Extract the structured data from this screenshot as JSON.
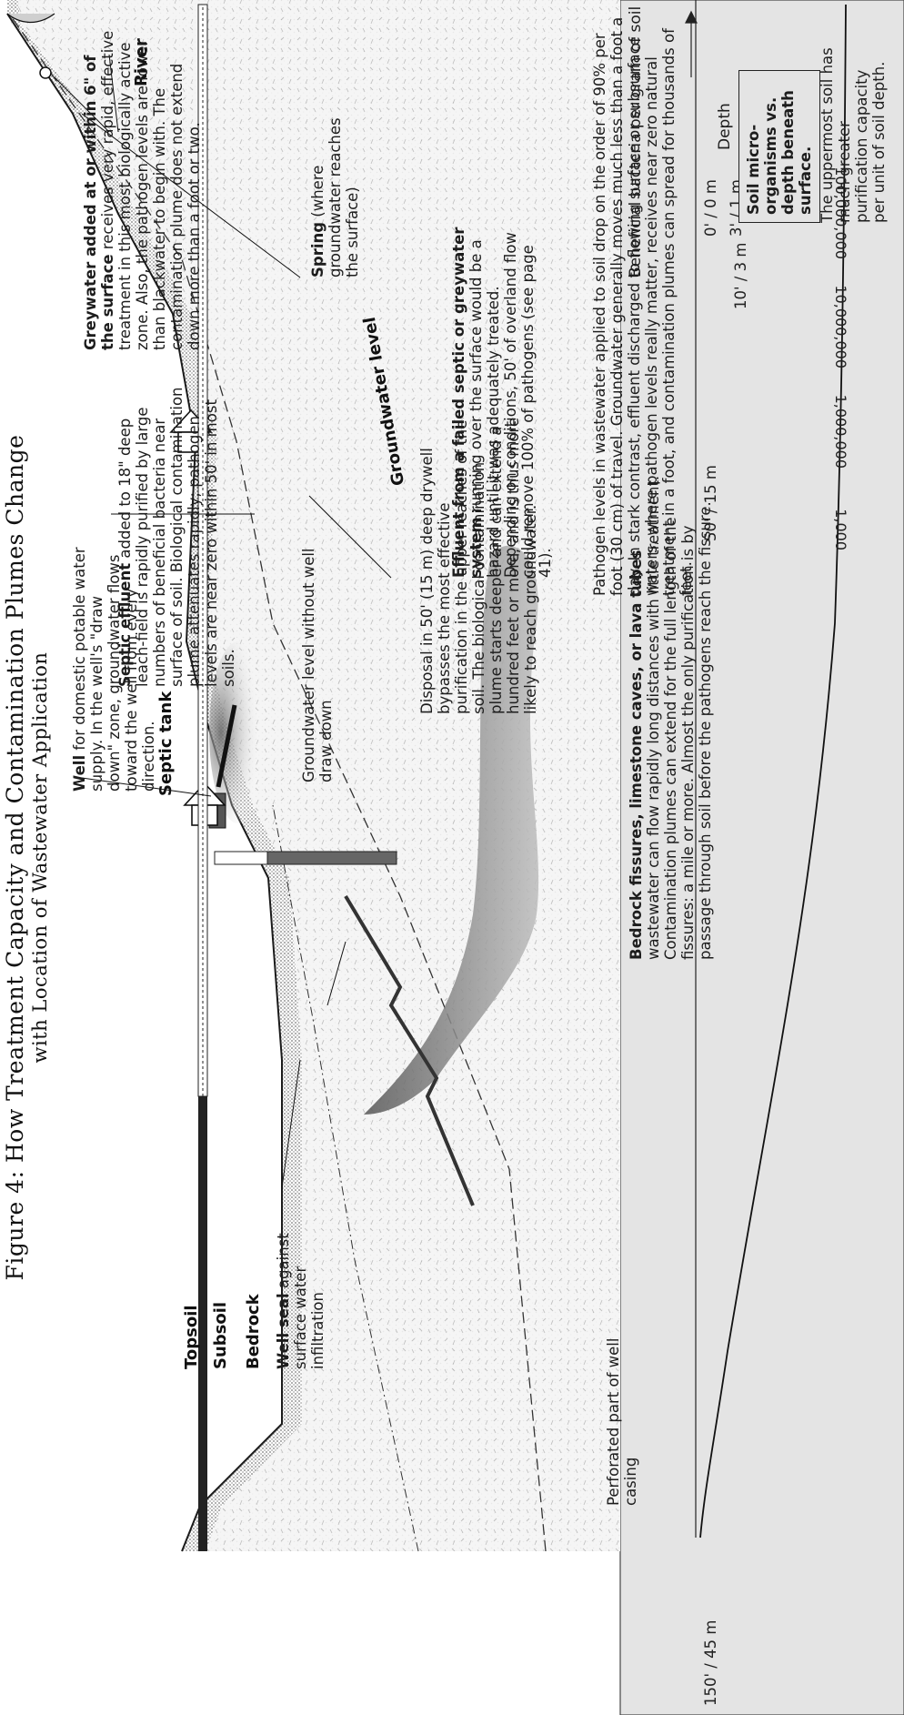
{
  "figure": {
    "title_line1": "Figure 4: How Treatment Capacity and Contamination Plumes Change",
    "title_line2": "with Location of Wastewater Application"
  },
  "bacteria_chart": {
    "axis_label": "Beneficial bacteria per gram of soil",
    "depth_label": "Depth",
    "x_ticks": [
      "100,000,000",
      "10,000,000",
      "1,000,000",
      "1,000"
    ],
    "depth_ticks": [
      "0' / 0 m",
      "3' / 1 m",
      "10' / 3 m",
      "50' / 15 m",
      "150' / 45 m"
    ],
    "box_title": "Soil micro-organisms vs. depth beneath surface.",
    "caption": "The uppermost soil has much greater purification capacity per unit of soil depth."
  },
  "labels": {
    "topsoil": "Topsoil",
    "subsoil": "Subsoil",
    "bedrock": "Bedrock",
    "septic_tank": "Septic tank",
    "groundwater_level": "Groundwater level",
    "river": "River"
  },
  "notes": {
    "well_bold": "Well",
    "well_text": " for domestic potable water supply. In the well's \"draw down\" zone, groundwater flows toward the well from every direction.",
    "well_seal_bold": "Well seal",
    "well_seal_text": " against surface water infiltration",
    "perforated": "Perforated part of well casing",
    "gw_no_drawdown": "Groundwater level without well draw down",
    "septic_bold": "Septic effluent",
    "septic_text": " added to 18\" deep leach-field is rapidly purified by large numbers of beneficial bacteria near surface of soil. Biological contamination plume attenuates rapidly; pathogen levels are near zero within 50' in most soils.",
    "drywell": "Disposal in 50' (15 m) deep drywell bypasses the most effective purification in the upper reaches of the soil. The biological contamination plume starts deeper and can extend a hundred feet or more, and is thus more likely to reach groundwater.",
    "bedrock_bold": "Bedrock fissures, limestone caves, or lava tubes",
    "bedrock_text": " wastewater can flow rapidly long distances with little treatment. Contamination plumes can extend for the full length of the fissures: a mile or more. Almost the only purification is by passage through soil before the pathogens reach the fissure.",
    "effluent_bold": "Effluent from a failed septic or greywater system",
    "effluent_text": " running over the surface would be a hazard until it was adequately treated. Depending on conditions, 50' of overland flow could remove 100% of pathogens (see page 41).",
    "greywater_bold": "Greywater added at or within 6\" of the surface",
    "greywater_text": " receives very rapid, effective treatment in this most biologically active zone. Also, the pathogen levels are lower than blackwater to begin with. The contamination plume does not extend down more than a foot or two.",
    "spring_bold": "Spring",
    "spring_text": " (where groundwater reaches the surface)",
    "pathogen": "Pathogen levels in wastewater applied to soil drop on the order of 90% per foot (30 cm) of travel. Groundwater generally moves much less than a foot a day. In stark contrast, effluent discharged to flowing surface or subsurface waters, where pathogen levels really matter, receives near zero natural treatment in a foot, and contamination plumes can spread for thousands of feet."
  },
  "colors": {
    "chart_panel": "#e6e6e6",
    "soil_dots": "#9a9a9a",
    "bedrock_fill": "#f1f1f1",
    "plume_dark": "#6f6f6f",
    "line": "#1a1a1a"
  }
}
